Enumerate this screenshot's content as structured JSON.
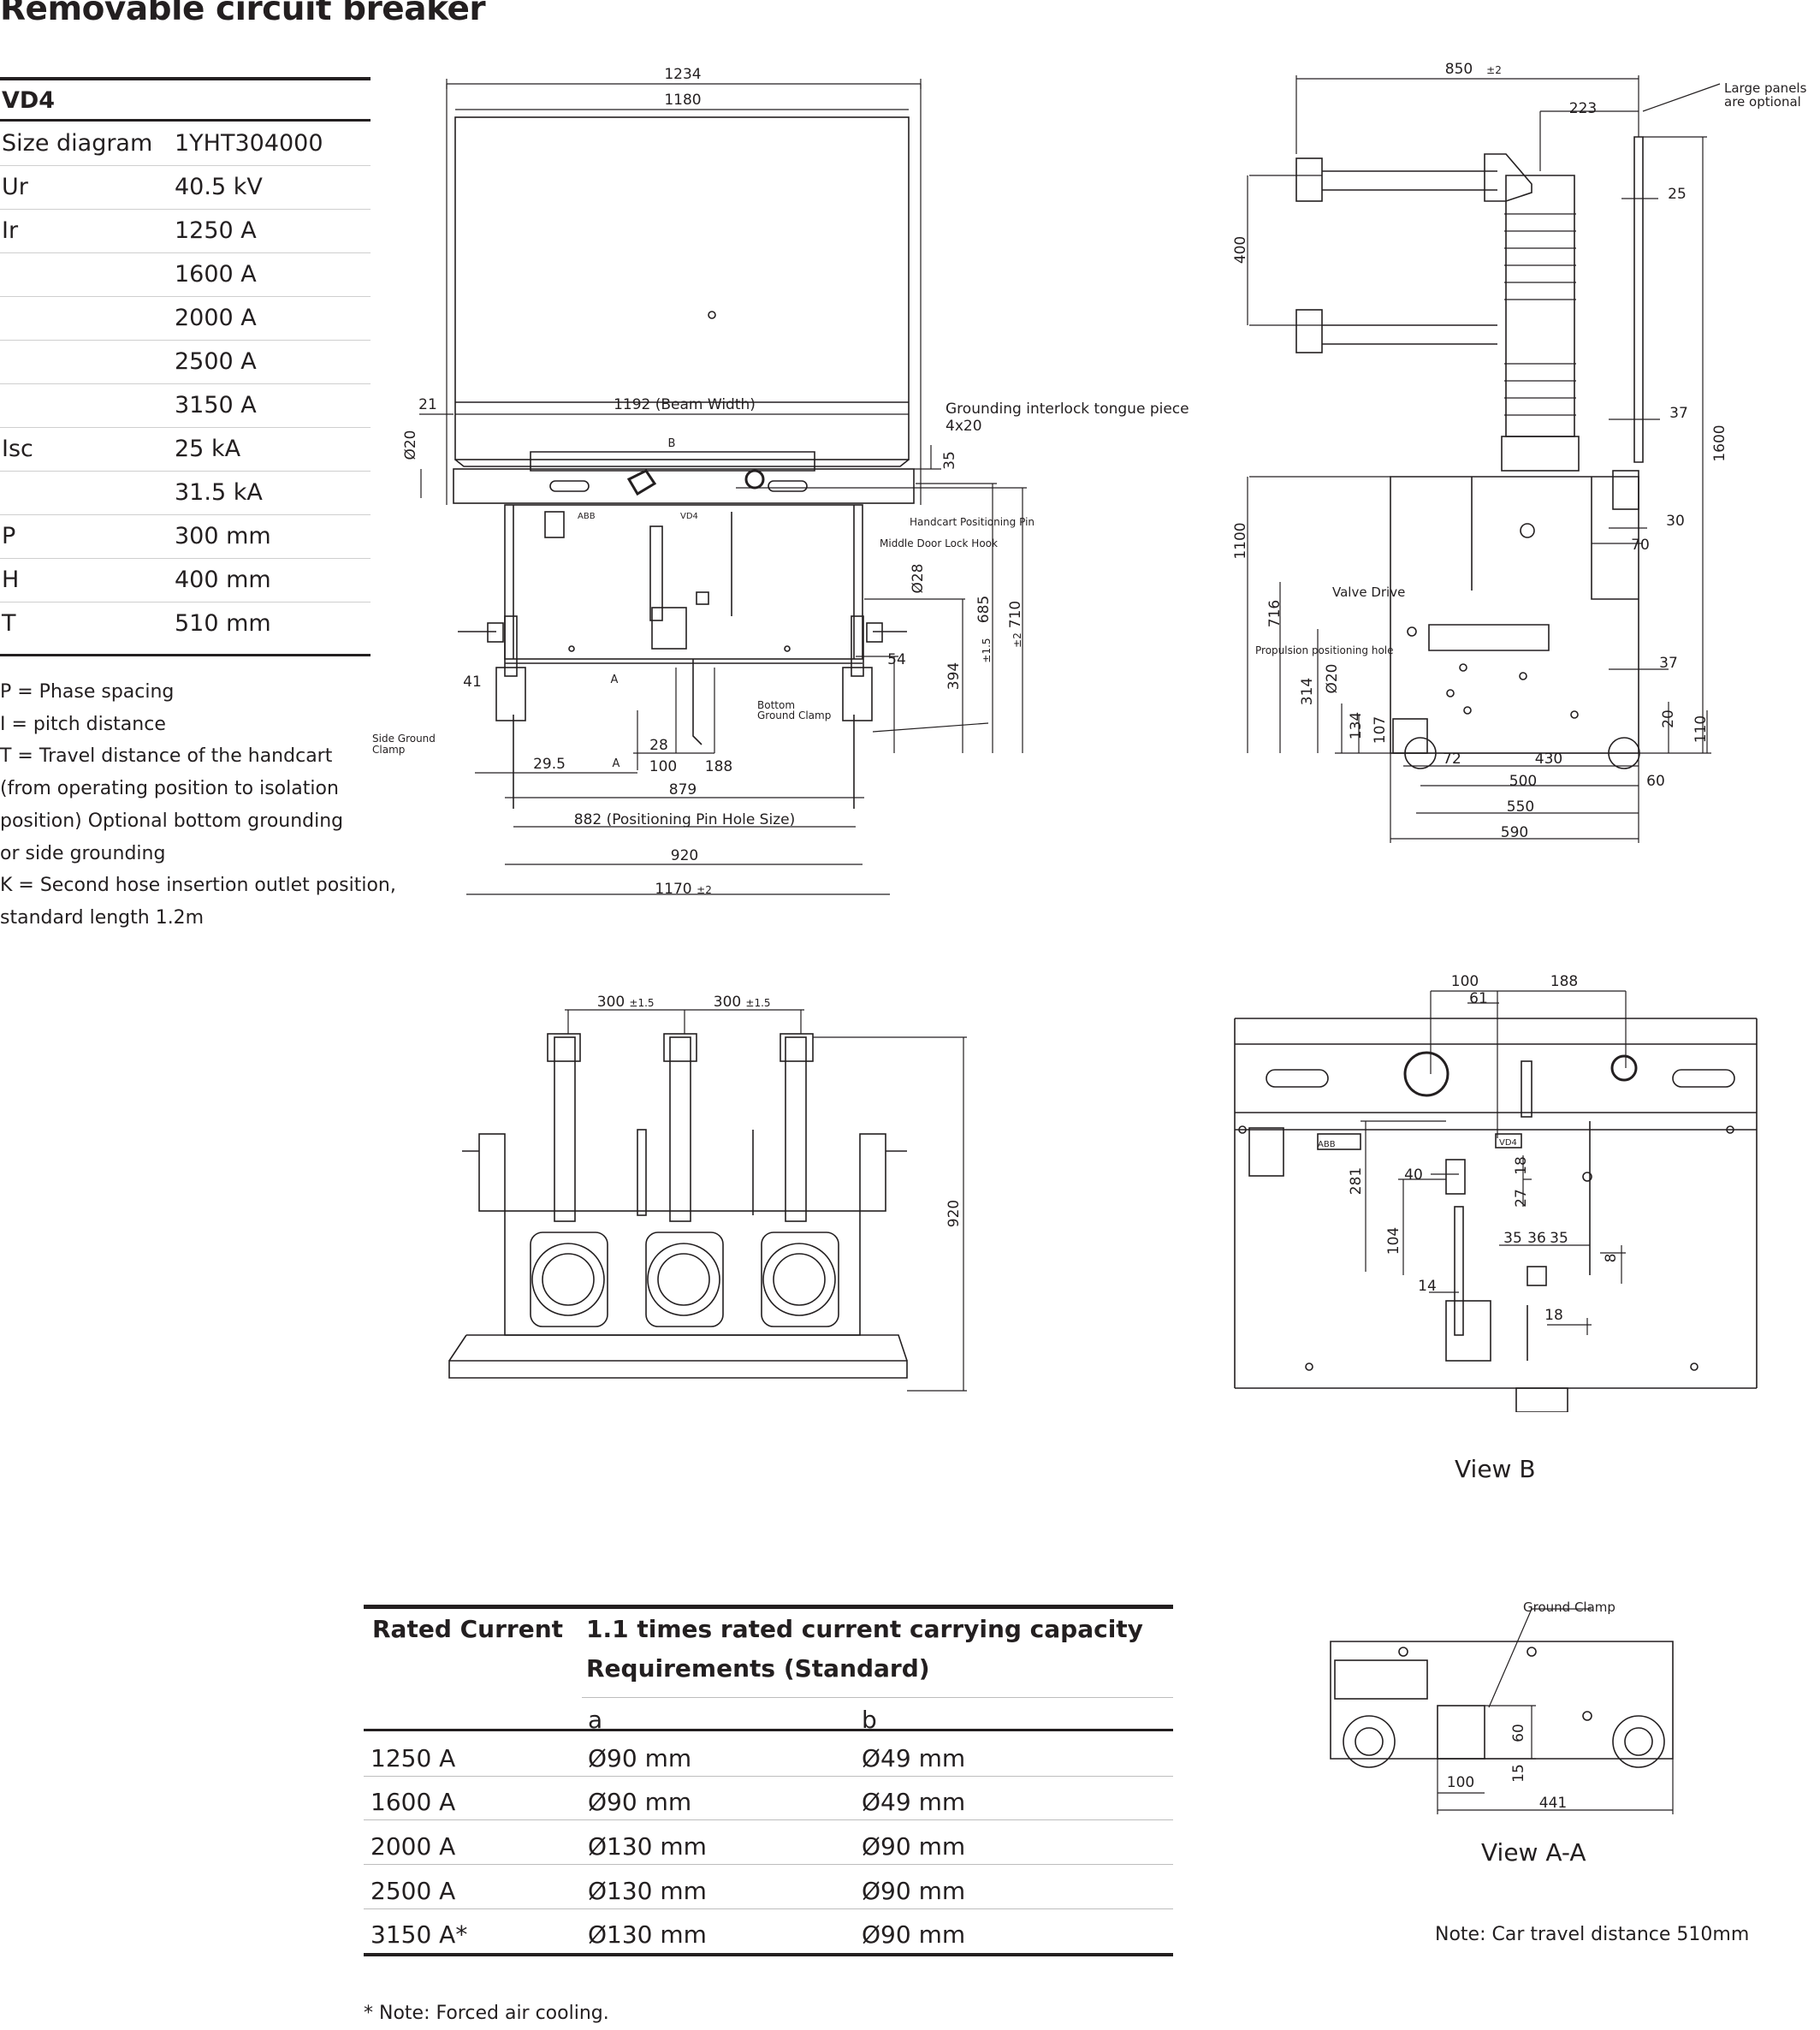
{
  "title": "Removable circuit breaker",
  "spec_table": {
    "header": "VD4",
    "rows": [
      {
        "key": "Size diagram",
        "value": "1YHT304000"
      },
      {
        "key": "Ur",
        "value": "40.5 kV"
      },
      {
        "key": "Ir",
        "value": "1250 A"
      },
      {
        "key": "",
        "value": "1600 A"
      },
      {
        "key": "",
        "value": "2000 A"
      },
      {
        "key": "",
        "value": "2500 A"
      },
      {
        "key": "",
        "value": "3150 A"
      },
      {
        "key": "Isc",
        "value": "25 kA"
      },
      {
        "key": "",
        "value": "31.5 kA"
      },
      {
        "key": "P",
        "value": "300 mm"
      },
      {
        "key": "H",
        "value": "400 mm"
      },
      {
        "key": "T",
        "value": "510 mm"
      }
    ]
  },
  "legend_lines": [
    "P = Phase spacing",
    "I  = pitch distance",
    "T = Travel distance of the handcart",
    "(from operating position to isolation",
    "position) Optional bottom grounding",
    "or side grounding",
    "K = Second hose insertion outlet position,",
    "standard length 1.2m"
  ],
  "front_view": {
    "dims": {
      "d1234": "1234",
      "d1180": "1180",
      "d21": "21",
      "beam": "1192 (Beam Width)",
      "phi20": "Ø20",
      "b": "B",
      "d35": "35",
      "phi28": "Ø28",
      "d685": "685",
      "tol685": "±1.5",
      "d710": "710",
      "tol710": "±2",
      "d54": "54",
      "d394": "394",
      "d41": "41",
      "a1": "A",
      "a2": "A",
      "d28": "28",
      "d100": "100",
      "d188": "188",
      "d29_5": "29.5",
      "d879": "879",
      "d882": "882 (Positioning Pin Hole Size)",
      "d920": "920",
      "d1170": "1170",
      "tol1170": "±2"
    },
    "labels": {
      "interlock1": "Grounding interlock tongue piece",
      "interlock2": "4x20",
      "handcart_pin": "Handcart Positioning Pin",
      "door_hook": "Middle Door Lock Hook",
      "bottom_clamp1": "Bottom",
      "bottom_clamp2": "Ground Clamp",
      "side_clamp1": "Side Ground",
      "side_clamp2": "Clamp",
      "abb": "ABB",
      "vd4": "VD4"
    }
  },
  "side_view": {
    "dims": {
      "d850": "850",
      "tol850": "±2",
      "d223": "223",
      "d25": "25",
      "d400": "400",
      "d37a": "37",
      "d1600": "1600",
      "d1100": "1100",
      "d30": "30",
      "d70": "70",
      "d716": "716",
      "d37b": "37",
      "phi20": "Ø20",
      "d314": "314",
      "d134": "134",
      "d107": "107",
      "d20": "20",
      "d110": "110",
      "d72": "72",
      "d430": "430",
      "d500": "500",
      "d60": "60",
      "d550": "550",
      "d590": "590"
    },
    "labels": {
      "large_panels1": "Large panels",
      "large_panels2": "are optional",
      "valve_drive": "Valve Drive",
      "propulsion": "Propulsion positioning hole"
    }
  },
  "rear_view": {
    "dims": {
      "p1": "300",
      "tol1": "±1.5",
      "p2": "300",
      "tol2": "±1.5",
      "h920": "920"
    }
  },
  "view_b": {
    "caption": "View B",
    "dims": {
      "d100": "100",
      "d188": "188",
      "d61": "61",
      "d40": "40",
      "d18a": "18",
      "d281": "281",
      "d27": "27",
      "d104": "104",
      "d35a": "35",
      "d36": "36",
      "d35b": "35",
      "d8": "8",
      "d14": "14",
      "d18b": "18"
    },
    "labels": {
      "abb": "ABB",
      "vd4": "VD4"
    }
  },
  "view_aa": {
    "caption": "View A-A",
    "ground_clamp": "Ground Clamp",
    "dims": {
      "d60": "60",
      "d15": "15",
      "d100": "100",
      "d441": "441"
    }
  },
  "current_table": {
    "col1": "Rated Current",
    "col2_line1": "1.1 times rated current carrying capacity",
    "col2_line2": "Requirements (Standard)",
    "sub_a": "a",
    "sub_b": "b",
    "rows": [
      {
        "current": "1250 A",
        "a": "Ø90 mm",
        "b": "Ø49 mm"
      },
      {
        "current": "1600 A",
        "a": "Ø90 mm",
        "b": "Ø49 mm"
      },
      {
        "current": "2000 A",
        "a": "Ø130 mm",
        "b": "Ø90 mm"
      },
      {
        "current": "2500 A",
        "a": "Ø130 mm",
        "b": "Ø90 mm"
      },
      {
        "current": "3150 A*",
        "a": "Ø130 mm",
        "b": "Ø90 mm"
      }
    ]
  },
  "notes": {
    "travel": "Note: Car travel distance 510mm",
    "forced": "* Note: Forced air cooling."
  }
}
